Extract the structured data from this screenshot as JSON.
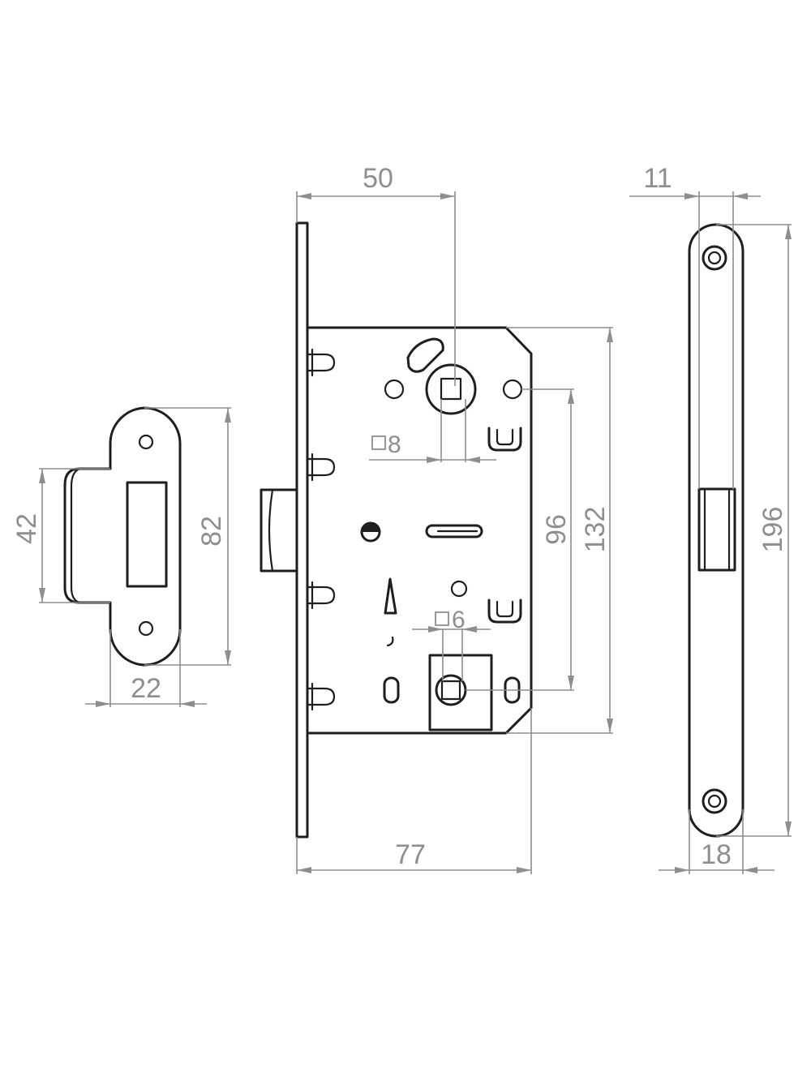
{
  "dimensions": {
    "width_50": "50",
    "width_11": "11",
    "height_42": "42",
    "height_82": "82",
    "width_22": "22",
    "square_8": "8",
    "square_6": "6",
    "center_96": "96",
    "height_132": "132",
    "height_196": "196",
    "width_77": "77",
    "width_18": "18"
  },
  "colors": {
    "outline": "#1e1e1e",
    "dimension": "#8e8e8e",
    "background": "#ffffff"
  }
}
